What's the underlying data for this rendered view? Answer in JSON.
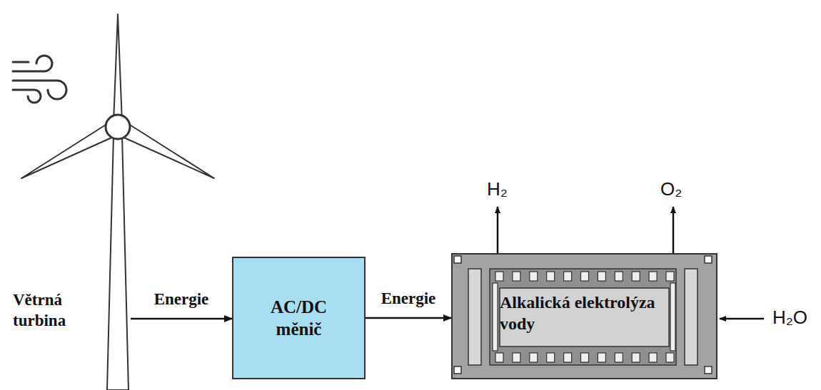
{
  "diagram": {
    "nodes": [
      {
        "text": [
          "Větrná turbina"
        ]
      },
      {
        "text": [
          "AC/DC měnič"
        ]
      },
      {
        "text": [
          "Alkalická elektrolýza vody"
        ]
      }
    ],
    "edges": [
      {
        "from": 0,
        "to": 1,
        "arrow": "to",
        "label": "Energie"
      },
      {
        "from": 1,
        "to": 2,
        "arrow": "to",
        "label": "Energie"
      }
    ],
    "labels": [
      "H₂",
      "O₂",
      "H₂O"
    ]
  }
}
